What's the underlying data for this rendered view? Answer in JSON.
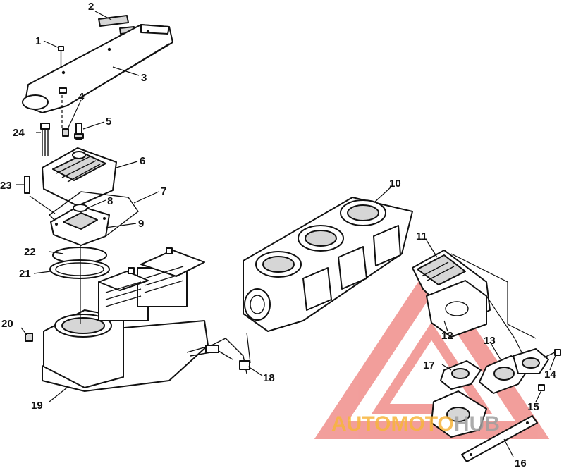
{
  "callouts": [
    "1",
    "2",
    "3",
    "4",
    "5",
    "6",
    "7",
    "8",
    "9",
    "10",
    "11",
    "12",
    "13",
    "14",
    "15",
    "16",
    "17",
    "18",
    "19",
    "20",
    "21",
    "22",
    "23",
    "24"
  ],
  "watermark": {
    "part1": "AUTOMOTO",
    "part2": "HUB",
    "color_primary": "#f7b53b",
    "color_secondary": "#9e9e9e",
    "triangle_color": "#e8504a"
  }
}
